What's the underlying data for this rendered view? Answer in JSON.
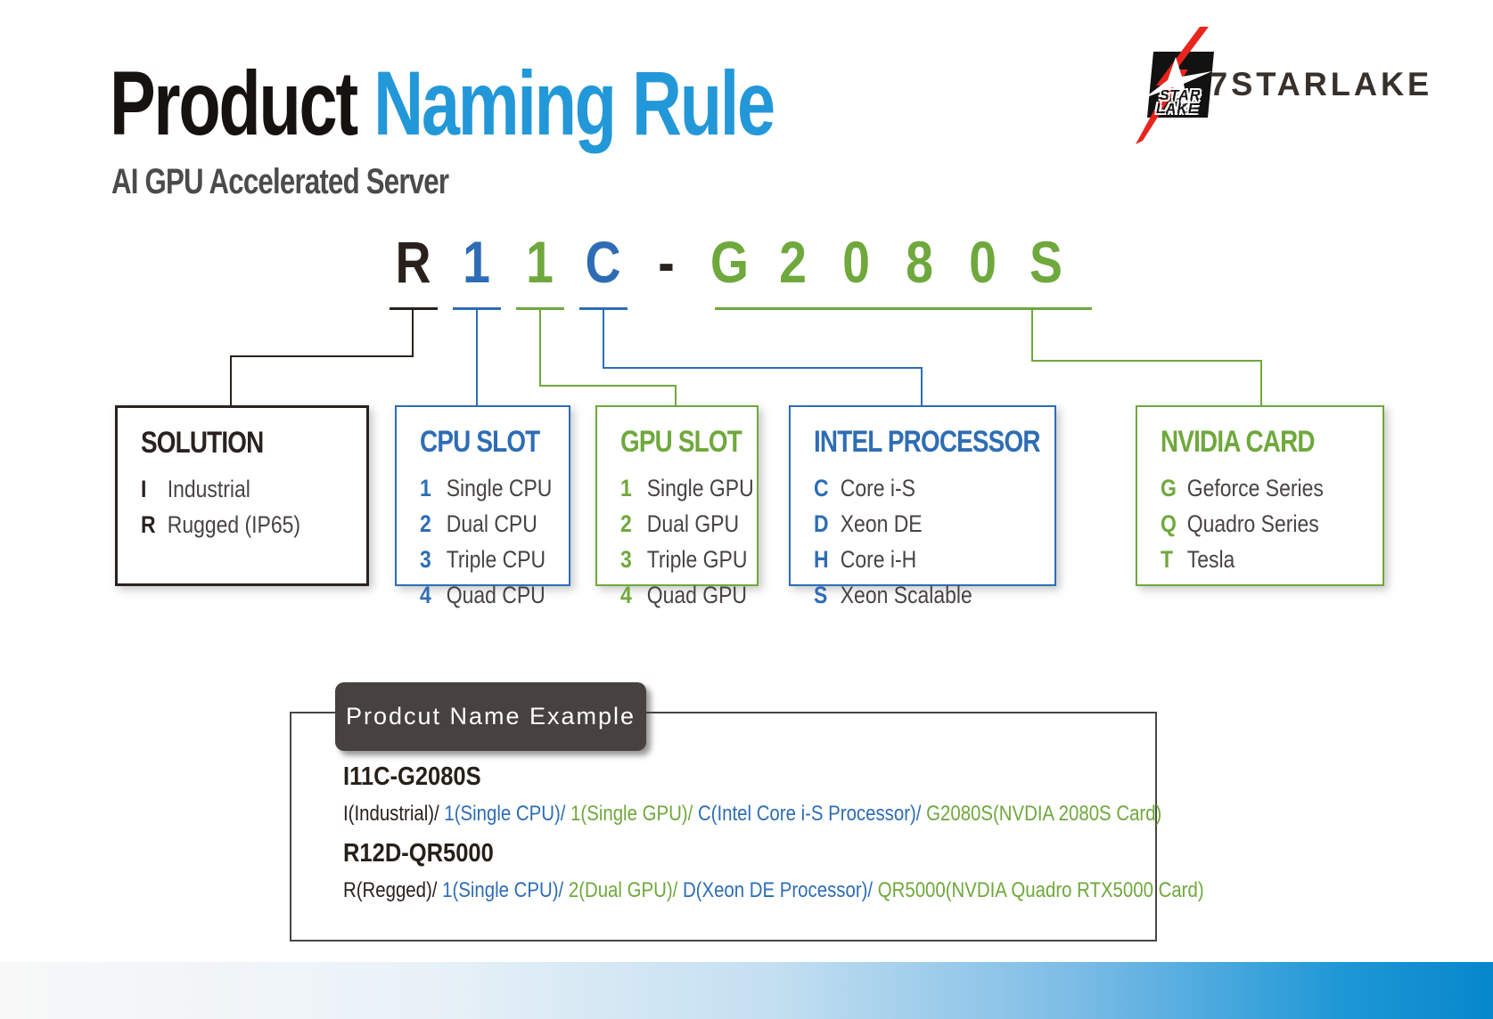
{
  "header": {
    "title_black": "Product ",
    "title_blue": "Naming Rule",
    "subtitle": "AI GPU Accelerated Server"
  },
  "logo": {
    "wordmark": "7STARLAKE",
    "emblem_line1": "STAR",
    "emblem_line2": "LAKE"
  },
  "code": {
    "letters": [
      {
        "char": "R",
        "color": "dark"
      },
      {
        "char": "1",
        "color": "blue"
      },
      {
        "char": "1",
        "color": "green"
      },
      {
        "char": "C",
        "color": "blue"
      },
      {
        "char": "-",
        "color": "dark"
      },
      {
        "char": "G",
        "color": "green"
      },
      {
        "char": "2",
        "color": "green"
      },
      {
        "char": "0",
        "color": "green"
      },
      {
        "char": "8",
        "color": "green"
      },
      {
        "char": "0",
        "color": "green"
      },
      {
        "char": "S",
        "color": "green"
      }
    ]
  },
  "boxes": [
    {
      "title": "SOLUTION",
      "color": "dark",
      "items": [
        {
          "key": "I",
          "label": "Industrial"
        },
        {
          "key": "R",
          "label": "Rugged (IP65)"
        }
      ]
    },
    {
      "title": "CPU SLOT",
      "color": "blue",
      "items": [
        {
          "key": "1",
          "label": "Single CPU"
        },
        {
          "key": "2",
          "label": "Dual CPU"
        },
        {
          "key": "3",
          "label": "Triple CPU"
        },
        {
          "key": "4",
          "label": "Quad CPU"
        }
      ]
    },
    {
      "title": "GPU SLOT",
      "color": "green",
      "items": [
        {
          "key": "1",
          "label": "Single GPU"
        },
        {
          "key": "2",
          "label": "Dual GPU"
        },
        {
          "key": "3",
          "label": "Triple GPU"
        },
        {
          "key": "4",
          "label": "Quad GPU"
        }
      ]
    },
    {
      "title": "INTEL PROCESSOR",
      "color": "blue",
      "items": [
        {
          "key": "C",
          "label": "Core i-S"
        },
        {
          "key": "D",
          "label": "Xeon DE"
        },
        {
          "key": "H",
          "label": "Core i-H"
        },
        {
          "key": "S",
          "label": "Xeon Scalable"
        }
      ]
    },
    {
      "title": "NVIDIA CARD",
      "color": "green",
      "items": [
        {
          "key": "G",
          "label": "Geforce Series"
        },
        {
          "key": "Q",
          "label": "Quadro Series"
        },
        {
          "key": "T",
          "label": "Tesla"
        }
      ]
    }
  ],
  "example": {
    "tab_label": "Prodcut Name Example",
    "entries": [
      {
        "name": "I11C-G2080S",
        "segments": [
          {
            "text": "I(Industrial)/ ",
            "color": "dark"
          },
          {
            "text": "1(Single CPU)/",
            "color": "blue"
          },
          {
            "text": " 1(Single GPU)/",
            "color": "green"
          },
          {
            "text": " C(Intel Core i-S Processor)/",
            "color": "blue"
          },
          {
            "text": " G2080S(NVDIA 2080S Card)",
            "color": "green"
          }
        ]
      },
      {
        "name": "R12D-QR5000",
        "segments": [
          {
            "text": "R(Regged)/ ",
            "color": "dark"
          },
          {
            "text": "1(Single CPU)/",
            "color": "blue"
          },
          {
            "text": " 2(Dual GPU)/",
            "color": "green"
          },
          {
            "text": " D(Xeon DE Processor)/",
            "color": "blue"
          },
          {
            "text": " QR5000(NVDIA Quadro RTX5000 Card)",
            "color": "green"
          }
        ]
      }
    ]
  },
  "colors": {
    "accent_blue": "#2e6db5",
    "accent_green": "#6fa83c",
    "title_blue": "#2398d8",
    "dark": "#2a211c",
    "label_gray": "#474442",
    "tab_background": "#474140",
    "footer_blue": "#0687cb",
    "logo_red": "#e8251d"
  }
}
